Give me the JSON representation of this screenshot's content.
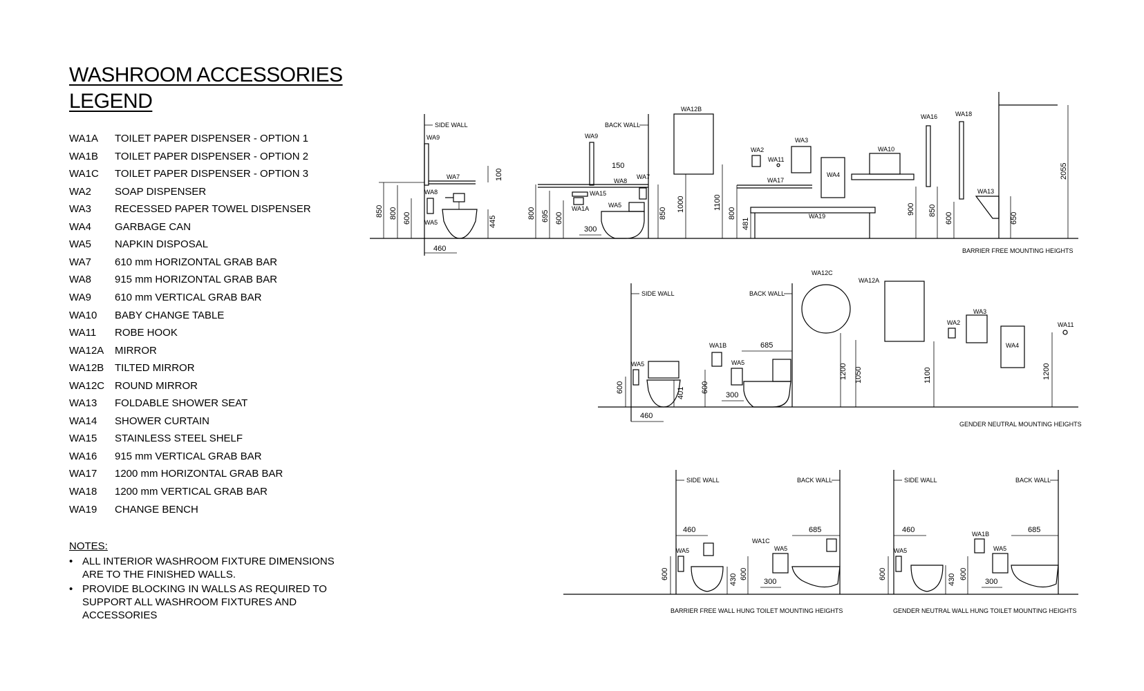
{
  "legend": {
    "title_line1": "WASHROOM ACCESSORIES ",
    "title_line2": "LEGEND",
    "items": [
      {
        "code": "WA1A",
        "desc": "TOILET PAPER DISPENSER - OPTION 1"
      },
      {
        "code": "WA1B",
        "desc": "TOILET PAPER DISPENSER - OPTION 2"
      },
      {
        "code": "WA1C",
        "desc": "TOILET PAPER DISPENSER - OPTION 3"
      },
      {
        "code": "WA2",
        "desc": "SOAP DISPENSER"
      },
      {
        "code": "WA3",
        "desc": "RECESSED PAPER TOWEL DISPENSER"
      },
      {
        "code": "WA4",
        "desc": "GARBAGE CAN"
      },
      {
        "code": "WA5",
        "desc": "NAPKIN DISPOSAL"
      },
      {
        "code": "WA7",
        "desc": "610 mm HORIZONTAL GRAB BAR"
      },
      {
        "code": "WA8",
        "desc": "915 mm HORIZONTAL GRAB BAR"
      },
      {
        "code": "WA9",
        "desc": "610 mm VERTICAL GRAB BAR"
      },
      {
        "code": "WA10",
        "desc": "BABY CHANGE TABLE"
      },
      {
        "code": "WA11",
        "desc": "ROBE HOOK"
      },
      {
        "code": "WA12A",
        "desc": "MIRROR"
      },
      {
        "code": "WA12B",
        "desc": "TILTED MIRROR"
      },
      {
        "code": "WA12C",
        "desc": "ROUND MIRROR"
      },
      {
        "code": "WA13",
        "desc": "FOLDABLE SHOWER SEAT"
      },
      {
        "code": "WA14",
        "desc": "SHOWER CURTAIN"
      },
      {
        "code": "WA15",
        "desc": "STAINLESS STEEL SHELF"
      },
      {
        "code": "WA16",
        "desc": "915 mm VERTICAL GRAB BAR"
      },
      {
        "code": "WA17",
        "desc": "1200 mm HORIZONTAL GRAB BAR"
      },
      {
        "code": "WA18",
        "desc": "1200 mm VERTICAL GRAB BAR"
      },
      {
        "code": "WA19",
        "desc": "CHANGE BENCH"
      }
    ]
  },
  "notes": {
    "heading": "NOTES:",
    "bullet": "•",
    "items": [
      "ALL INTERIOR WASHROOM FIXTURE DIMENSIONS ARE TO THE FINISHED WALLS.",
      "PROVIDE BLOCKING IN WALLS AS REQUIRED TO SUPPORT ALL WASHROOM FIXTURES AND ACCESSORIES"
    ]
  },
  "drawing": {
    "walls": {
      "side": "SIDE WALL",
      "back": "BACK WALL"
    },
    "captions": {
      "barrier_free": "BARRIER FREE MOUNTING HEIGHTS",
      "gender_neutral": "GENDER NEUTRAL MOUNTING HEIGHTS",
      "bf_wall_hung": "BARRIER FREE WALL HUNG TOILET MOUNTING HEIGHTS",
      "gn_wall_hung": "GENDER NEUTRAL WALL HUNG TOILET MOUNTING HEIGHTS"
    },
    "tags": {
      "wa1a": "WA1A",
      "wa1b": "WA1B",
      "wa1c": "WA1C",
      "wa2": "WA2",
      "wa3": "WA3",
      "wa4": "WA4",
      "wa5": "WA5",
      "wa7": "WA7",
      "wa8": "WA8",
      "wa9": "WA9",
      "wa10": "WA10",
      "wa11": "WA11",
      "wa12a": "WA12A",
      "wa12b": "WA12B",
      "wa12c": "WA12C",
      "wa13": "WA13",
      "wa15": "WA15",
      "wa16": "WA16",
      "wa17": "WA17",
      "wa18": "WA18",
      "wa19": "WA19"
    },
    "dimensions": {
      "bf_side": [
        "850",
        "800",
        "600",
        "445",
        "460",
        "100"
      ],
      "bf_back": [
        "800",
        "695",
        "600",
        "300",
        "150",
        "850"
      ],
      "bf_accessories": [
        "1000",
        "1100",
        "800",
        "481",
        "900",
        "850",
        "600",
        "650",
        "2055"
      ],
      "gn": [
        "600",
        "460",
        "401",
        "600",
        "300",
        "685",
        "1200",
        "1050",
        "1100",
        "1200"
      ],
      "bf_wh": [
        "460",
        "600",
        "430",
        "600",
        "300",
        "685"
      ],
      "gn_wh": [
        "460",
        "600",
        "430",
        "600",
        "300",
        "685"
      ]
    }
  }
}
